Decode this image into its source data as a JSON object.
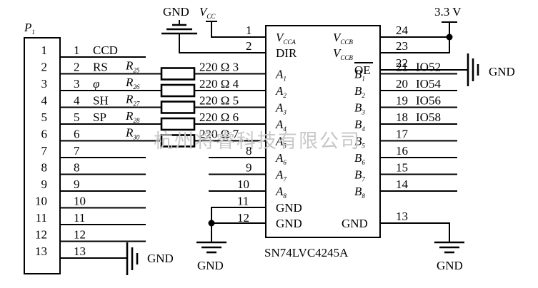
{
  "connector": {
    "designator": "P",
    "designator_sub": "1",
    "pins": [
      {
        "num": "1",
        "pin": "1",
        "sig": "CCD",
        "res": "",
        "rsub": "",
        "val": ""
      },
      {
        "num": "2",
        "pin": "2",
        "sig": "RS",
        "res": "R",
        "rsub": "25",
        "val": "220 Ω 3"
      },
      {
        "num": "3",
        "pin": "3",
        "sig": "φ",
        "res": "R",
        "rsub": "26",
        "val": "220 Ω 4"
      },
      {
        "num": "4",
        "pin": "4",
        "sig": "SH",
        "res": "R",
        "rsub": "27",
        "val": "220 Ω 5"
      },
      {
        "num": "5",
        "pin": "5",
        "sig": "SP",
        "res": "R",
        "rsub": "28",
        "val": "220 Ω 6"
      },
      {
        "num": "6",
        "pin": "6",
        "sig": "",
        "res": "R",
        "rsub": "30",
        "val": "220 Ω 7"
      },
      {
        "num": "7",
        "pin": "7",
        "sig": "",
        "res": "",
        "rsub": "",
        "val": ""
      },
      {
        "num": "8",
        "pin": "8",
        "sig": "",
        "res": "",
        "rsub": "",
        "val": ""
      },
      {
        "num": "9",
        "pin": "9",
        "sig": "",
        "res": "",
        "rsub": "",
        "val": ""
      },
      {
        "num": "10",
        "pin": "10",
        "sig": "",
        "res": "",
        "rsub": "",
        "val": ""
      },
      {
        "num": "11",
        "pin": "11",
        "sig": "",
        "res": "",
        "rsub": "",
        "val": ""
      },
      {
        "num": "12",
        "pin": "12",
        "sig": "",
        "res": "",
        "rsub": "",
        "val": ""
      },
      {
        "num": "13",
        "pin": "13",
        "sig": "",
        "res": "",
        "rsub": "",
        "val": ""
      }
    ]
  },
  "chip": {
    "part": "SN74LVC4245A",
    "left_pins_top": [
      {
        "num": "1",
        "name": "V",
        "sub": "CCA"
      },
      {
        "num": "2",
        "name": "DIR",
        "sub": ""
      }
    ],
    "left_a_labels": [
      {
        "name": "A",
        "sub": "1"
      },
      {
        "name": "A",
        "sub": "2"
      },
      {
        "name": "A",
        "sub": "3"
      },
      {
        "name": "A",
        "sub": "4"
      },
      {
        "name": "A",
        "sub": "5"
      },
      {
        "name": "A",
        "sub": "6"
      },
      {
        "name": "A",
        "sub": "7"
      },
      {
        "name": "A",
        "sub": "8"
      }
    ],
    "left_pins_lower": [
      {
        "num": "8"
      },
      {
        "num": "9"
      },
      {
        "num": "10"
      },
      {
        "num": "11"
      },
      {
        "num": "12"
      }
    ],
    "left_gnd_labels": [
      "GND",
      "GND"
    ],
    "right_top": [
      {
        "num": "24",
        "name": "V",
        "sub": "CCB",
        "net": ""
      },
      {
        "num": "23",
        "name": "V",
        "sub": "CCB",
        "net": ""
      },
      {
        "num": "22",
        "name": "OE",
        "sub": "",
        "net": ""
      }
    ],
    "right_b": [
      {
        "num": "21",
        "name": "B",
        "sub": "1",
        "net": "IO52"
      },
      {
        "num": "20",
        "name": "B",
        "sub": "2",
        "net": "IO54"
      },
      {
        "num": "19",
        "name": "B",
        "sub": "3",
        "net": "IO56"
      },
      {
        "num": "18",
        "name": "B",
        "sub": "4",
        "net": "IO58"
      },
      {
        "num": "17",
        "name": "B",
        "sub": "5",
        "net": ""
      },
      {
        "num": "16",
        "name": "B",
        "sub": "6",
        "net": ""
      },
      {
        "num": "15",
        "name": "B",
        "sub": "7",
        "net": ""
      },
      {
        "num": "14",
        "name": "B",
        "sub": "8",
        "net": ""
      },
      {
        "num": "13",
        "name": "GND",
        "sub": "",
        "net": ""
      }
    ]
  },
  "labels": {
    "gnd_top": "GND",
    "vcc": "V",
    "vcc_sub": "CC",
    "supply_33": "3.3 V",
    "gnd_oe": "GND",
    "gnd_conn": "GND",
    "gnd_left_chip": "GND",
    "gnd_right_chip": "GND"
  },
  "watermark": "杭州将睿科技有限公司"
}
